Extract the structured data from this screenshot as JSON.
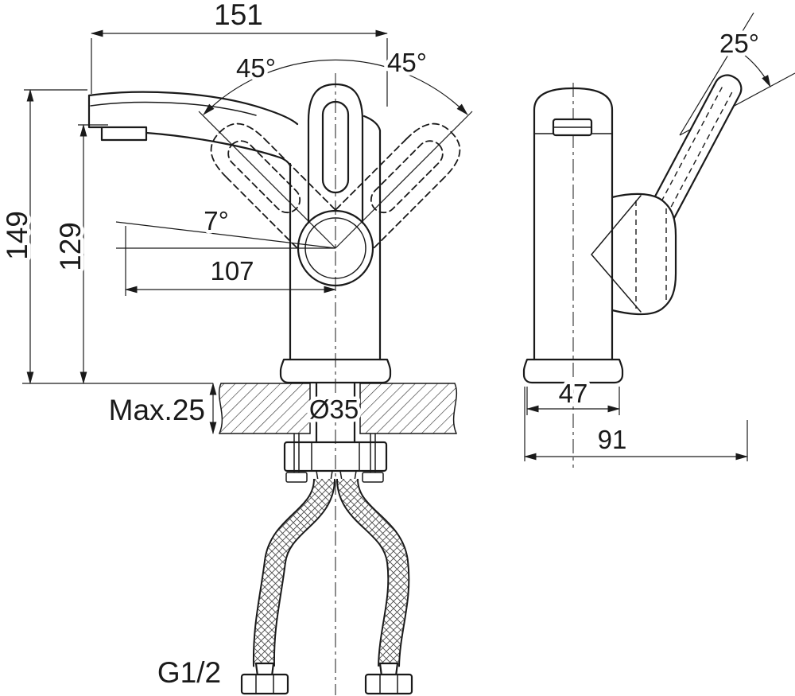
{
  "colors": {
    "line": "#1a1a1a",
    "background": "#ffffff"
  },
  "drawing": {
    "labels": {
      "overall_width": "151",
      "swing_left": "45°",
      "swing_right": "45°",
      "lever_angle": "25°",
      "overall_height": "149",
      "spout_height": "129",
      "spout_tilt": "7°",
      "spout_reach": "107",
      "deck_thickness": "Max.25",
      "hole_diameter": "Ø35",
      "base_width": "47",
      "overall_depth": "91",
      "connection_thread": "G1/2"
    }
  }
}
